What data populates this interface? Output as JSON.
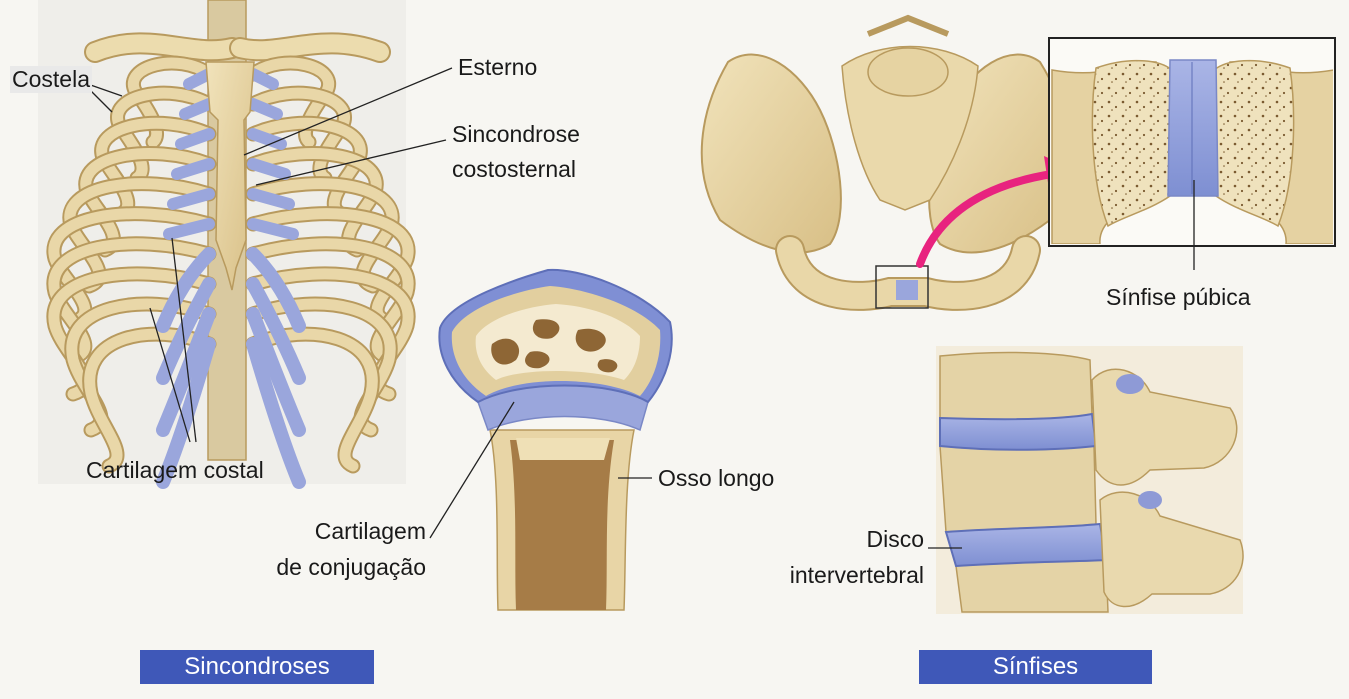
{
  "labels": {
    "costela": "Costela",
    "esterno": "Esterno",
    "sincondrose_line1": "Sincondrose",
    "sincondrose_line2": "costosternal",
    "cartilagem_costal": "Cartilagem costal",
    "cartilagem_conj_line1": "Cartilagem",
    "cartilagem_conj_line2": "de conjugação",
    "osso_longo": "Osso longo",
    "sinfise_pubica": "Sínfise púbica",
    "disco_line1": "Disco",
    "disco_line2": "intervertebral"
  },
  "categories": {
    "sincondroses": "Sincondroses",
    "sinfises": "Sínfises"
  },
  "colors": {
    "bone": "#e9d7a8",
    "bone_outline": "#b89a5e",
    "cartilage": "#9aa6dc",
    "marrow": "#a47a45",
    "arrow": "#e8237f",
    "badge": "#3f58b8"
  }
}
